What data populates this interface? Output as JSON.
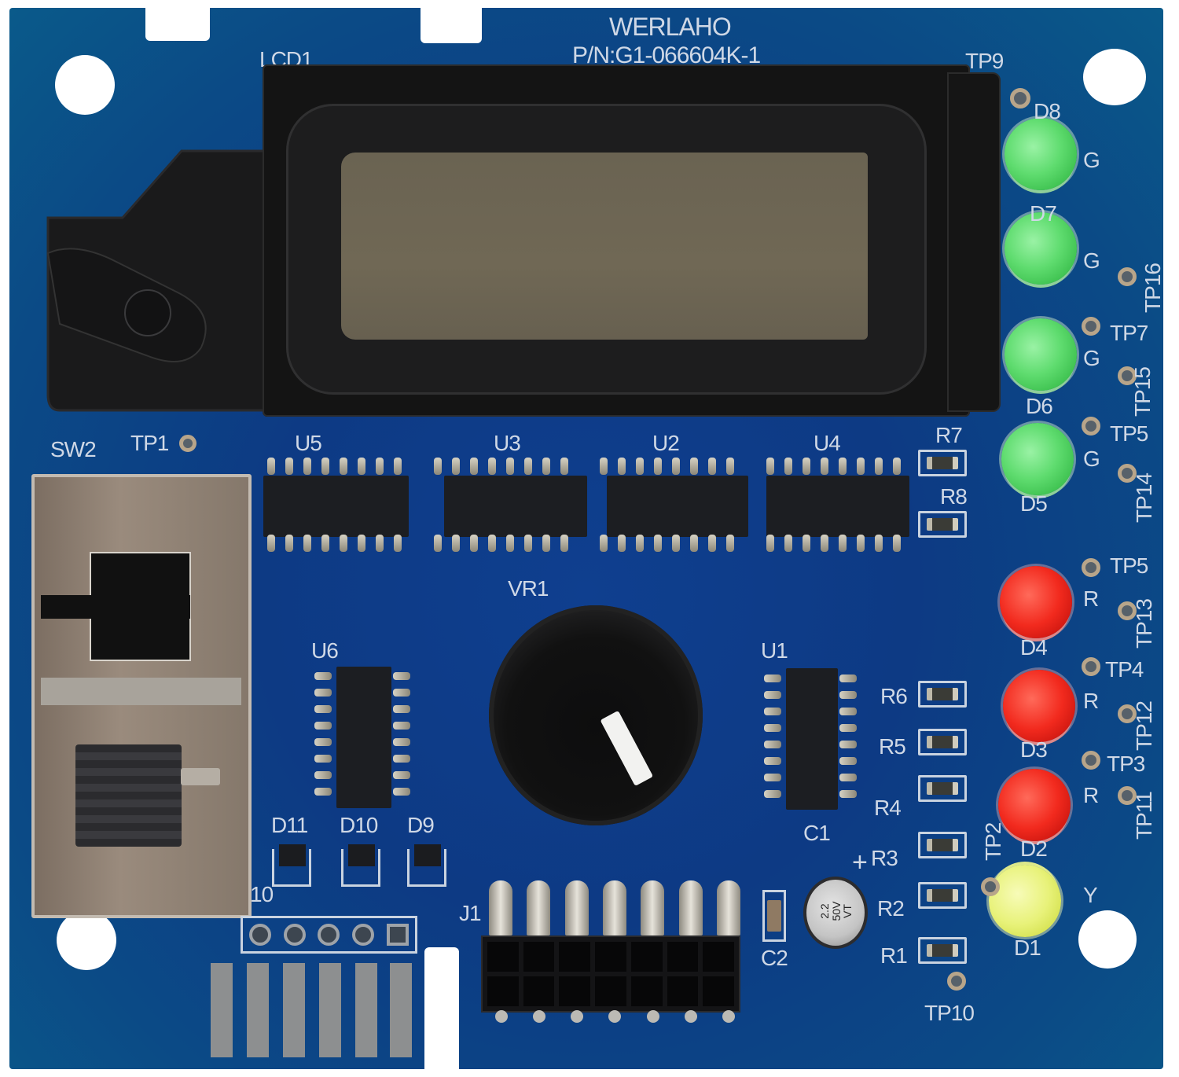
{
  "board": {
    "brand": "WERLAHO",
    "part_number": "P/N:G1-066604K-1",
    "colors": {
      "pcb_blue": "#0d3a84",
      "silkscreen": "#cfd8e6",
      "lcd_bezel": "#141414",
      "lcd_glass": "#6e6654",
      "led_green": "#5fdc6f",
      "led_red": "#f22a1e",
      "led_yellow": "#e8f27a",
      "switch_metal": "#8a7c6f"
    }
  },
  "display": {
    "ref": "LCD1"
  },
  "switch": {
    "ref": "SW2"
  },
  "potentiometer": {
    "ref": "VR1"
  },
  "connector": {
    "ref": "J1",
    "pins": 14
  },
  "edge_connector": {
    "ref": "J10",
    "label": "10",
    "pads": 5
  },
  "ics": [
    {
      "ref": "U5"
    },
    {
      "ref": "U3"
    },
    {
      "ref": "U2"
    },
    {
      "ref": "U4"
    },
    {
      "ref": "U6"
    },
    {
      "ref": "U1"
    }
  ],
  "leds": [
    {
      "ref": "D8",
      "color_code": "G"
    },
    {
      "ref": "D7",
      "color_code": "G"
    },
    {
      "ref": "D6",
      "color_code": "G"
    },
    {
      "ref": "D5",
      "color_code": "G"
    },
    {
      "ref": "D4",
      "color_code": "R"
    },
    {
      "ref": "D3",
      "color_code": "R"
    },
    {
      "ref": "D2",
      "color_code": "R"
    },
    {
      "ref": "D1",
      "color_code": "Y"
    }
  ],
  "diodes": [
    {
      "ref": "D11"
    },
    {
      "ref": "D10"
    },
    {
      "ref": "D9"
    }
  ],
  "resistors": [
    {
      "ref": "R7"
    },
    {
      "ref": "R8"
    },
    {
      "ref": "R6"
    },
    {
      "ref": "R5"
    },
    {
      "ref": "R4"
    },
    {
      "ref": "R3"
    },
    {
      "ref": "R2"
    },
    {
      "ref": "R1"
    }
  ],
  "capacitors": [
    {
      "ref": "C1",
      "marking_line1": "2.2",
      "marking_line2": "50V",
      "marking_line3": "VT",
      "polarity": "+"
    },
    {
      "ref": "C2"
    }
  ],
  "test_points": {
    "tp1": "TP1",
    "tp2": "TP2",
    "tp3": "TP3",
    "tp4": "TP4",
    "tp5a": "TP5",
    "tp5b": "TP5",
    "tp7": "TP7",
    "tp9": "TP9",
    "tp10": "TP10",
    "tp11": "TP11",
    "tp12": "TP12",
    "tp13": "TP13",
    "tp14": "TP14",
    "tp15": "TP15",
    "tp16": "TP16"
  }
}
